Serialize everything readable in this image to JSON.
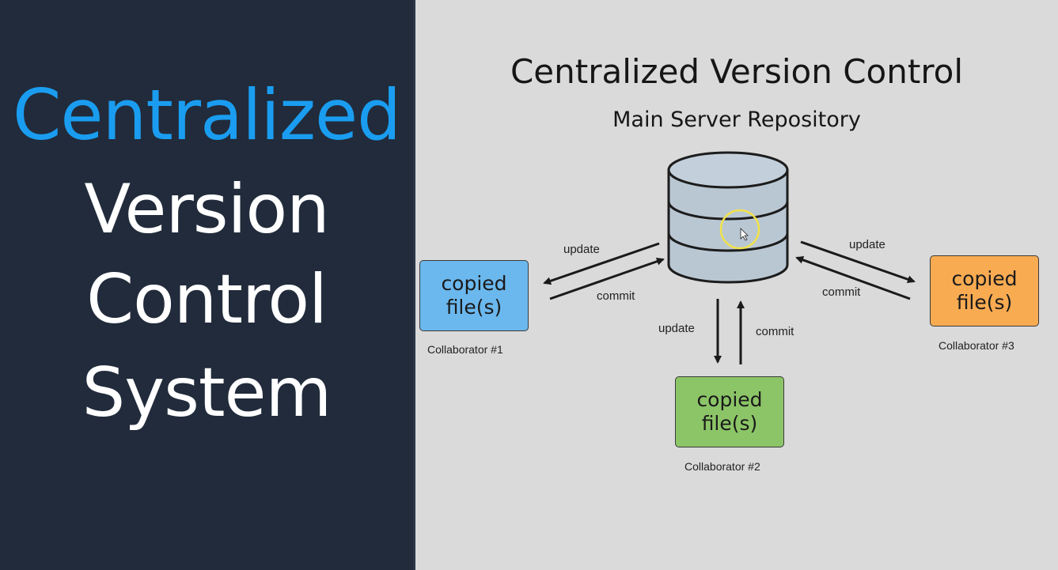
{
  "left_panel": {
    "title_line_1": "Centralized",
    "title_line_2": "Version",
    "title_line_3": "Control",
    "title_line_4": "System",
    "accent_color": "#1a9df0",
    "background_color": "#212b3b"
  },
  "diagram": {
    "title": "Centralized Version Control",
    "subtitle": "Main Server Repository",
    "server_icon": "database-cylinder-icon",
    "collaborators": [
      {
        "box_line_1": "copied",
        "box_line_2": "file(s)",
        "caption": "Collaborator #1",
        "color": "#6bb8ee"
      },
      {
        "box_line_1": "copied",
        "box_line_2": "file(s)",
        "caption": "Collaborator #2",
        "color": "#8cc567"
      },
      {
        "box_line_1": "copied",
        "box_line_2": "file(s)",
        "caption": "Collaborator #3",
        "color": "#f9ab52"
      }
    ],
    "arrows": {
      "left_update": "update",
      "left_commit": "commit",
      "bottom_update": "update",
      "bottom_commit": "commit",
      "right_update": "update",
      "right_commit": "commit"
    }
  }
}
